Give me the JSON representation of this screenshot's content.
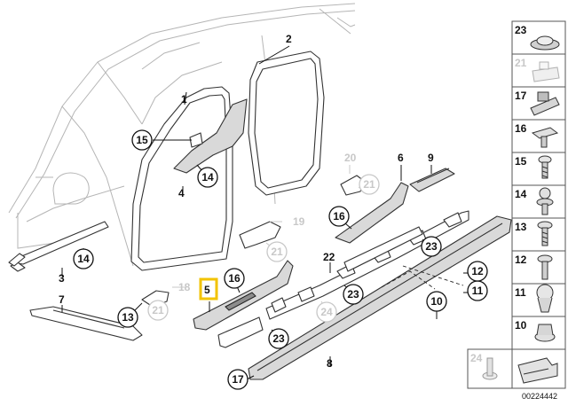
{
  "diagram": {
    "doc_number": "00224442",
    "highlighted_callout": "5",
    "callouts": {
      "c1": "1",
      "c2": "2",
      "c3": "3",
      "c4": "4",
      "c5": "5",
      "c6": "6",
      "c7": "7",
      "c8": "8",
      "c9": "9",
      "c10": "10",
      "c11": "11",
      "c12": "12",
      "c13": "13",
      "c14a": "14",
      "c14b": "14",
      "c15": "15",
      "c16a": "16",
      "c16b": "16",
      "c17": "17",
      "c18": "18",
      "c19": "19",
      "c20": "20",
      "c21a": "21",
      "c21b": "21",
      "c21c": "21",
      "c22": "22",
      "c23a": "23",
      "c23b": "23",
      "c23c": "23",
      "c24": "24"
    },
    "legend": [
      {
        "num": "23",
        "dim": false
      },
      {
        "num": "21",
        "dim": true
      },
      {
        "num": "17",
        "dim": false
      },
      {
        "num": "16",
        "dim": false
      },
      {
        "num": "15",
        "dim": false
      },
      {
        "num": "14",
        "dim": false
      },
      {
        "num": "13",
        "dim": false
      },
      {
        "num": "12",
        "dim": false
      },
      {
        "num": "11",
        "dim": false
      },
      {
        "num": "10",
        "dim": false
      },
      {
        "num": "24",
        "dim": true
      }
    ]
  }
}
